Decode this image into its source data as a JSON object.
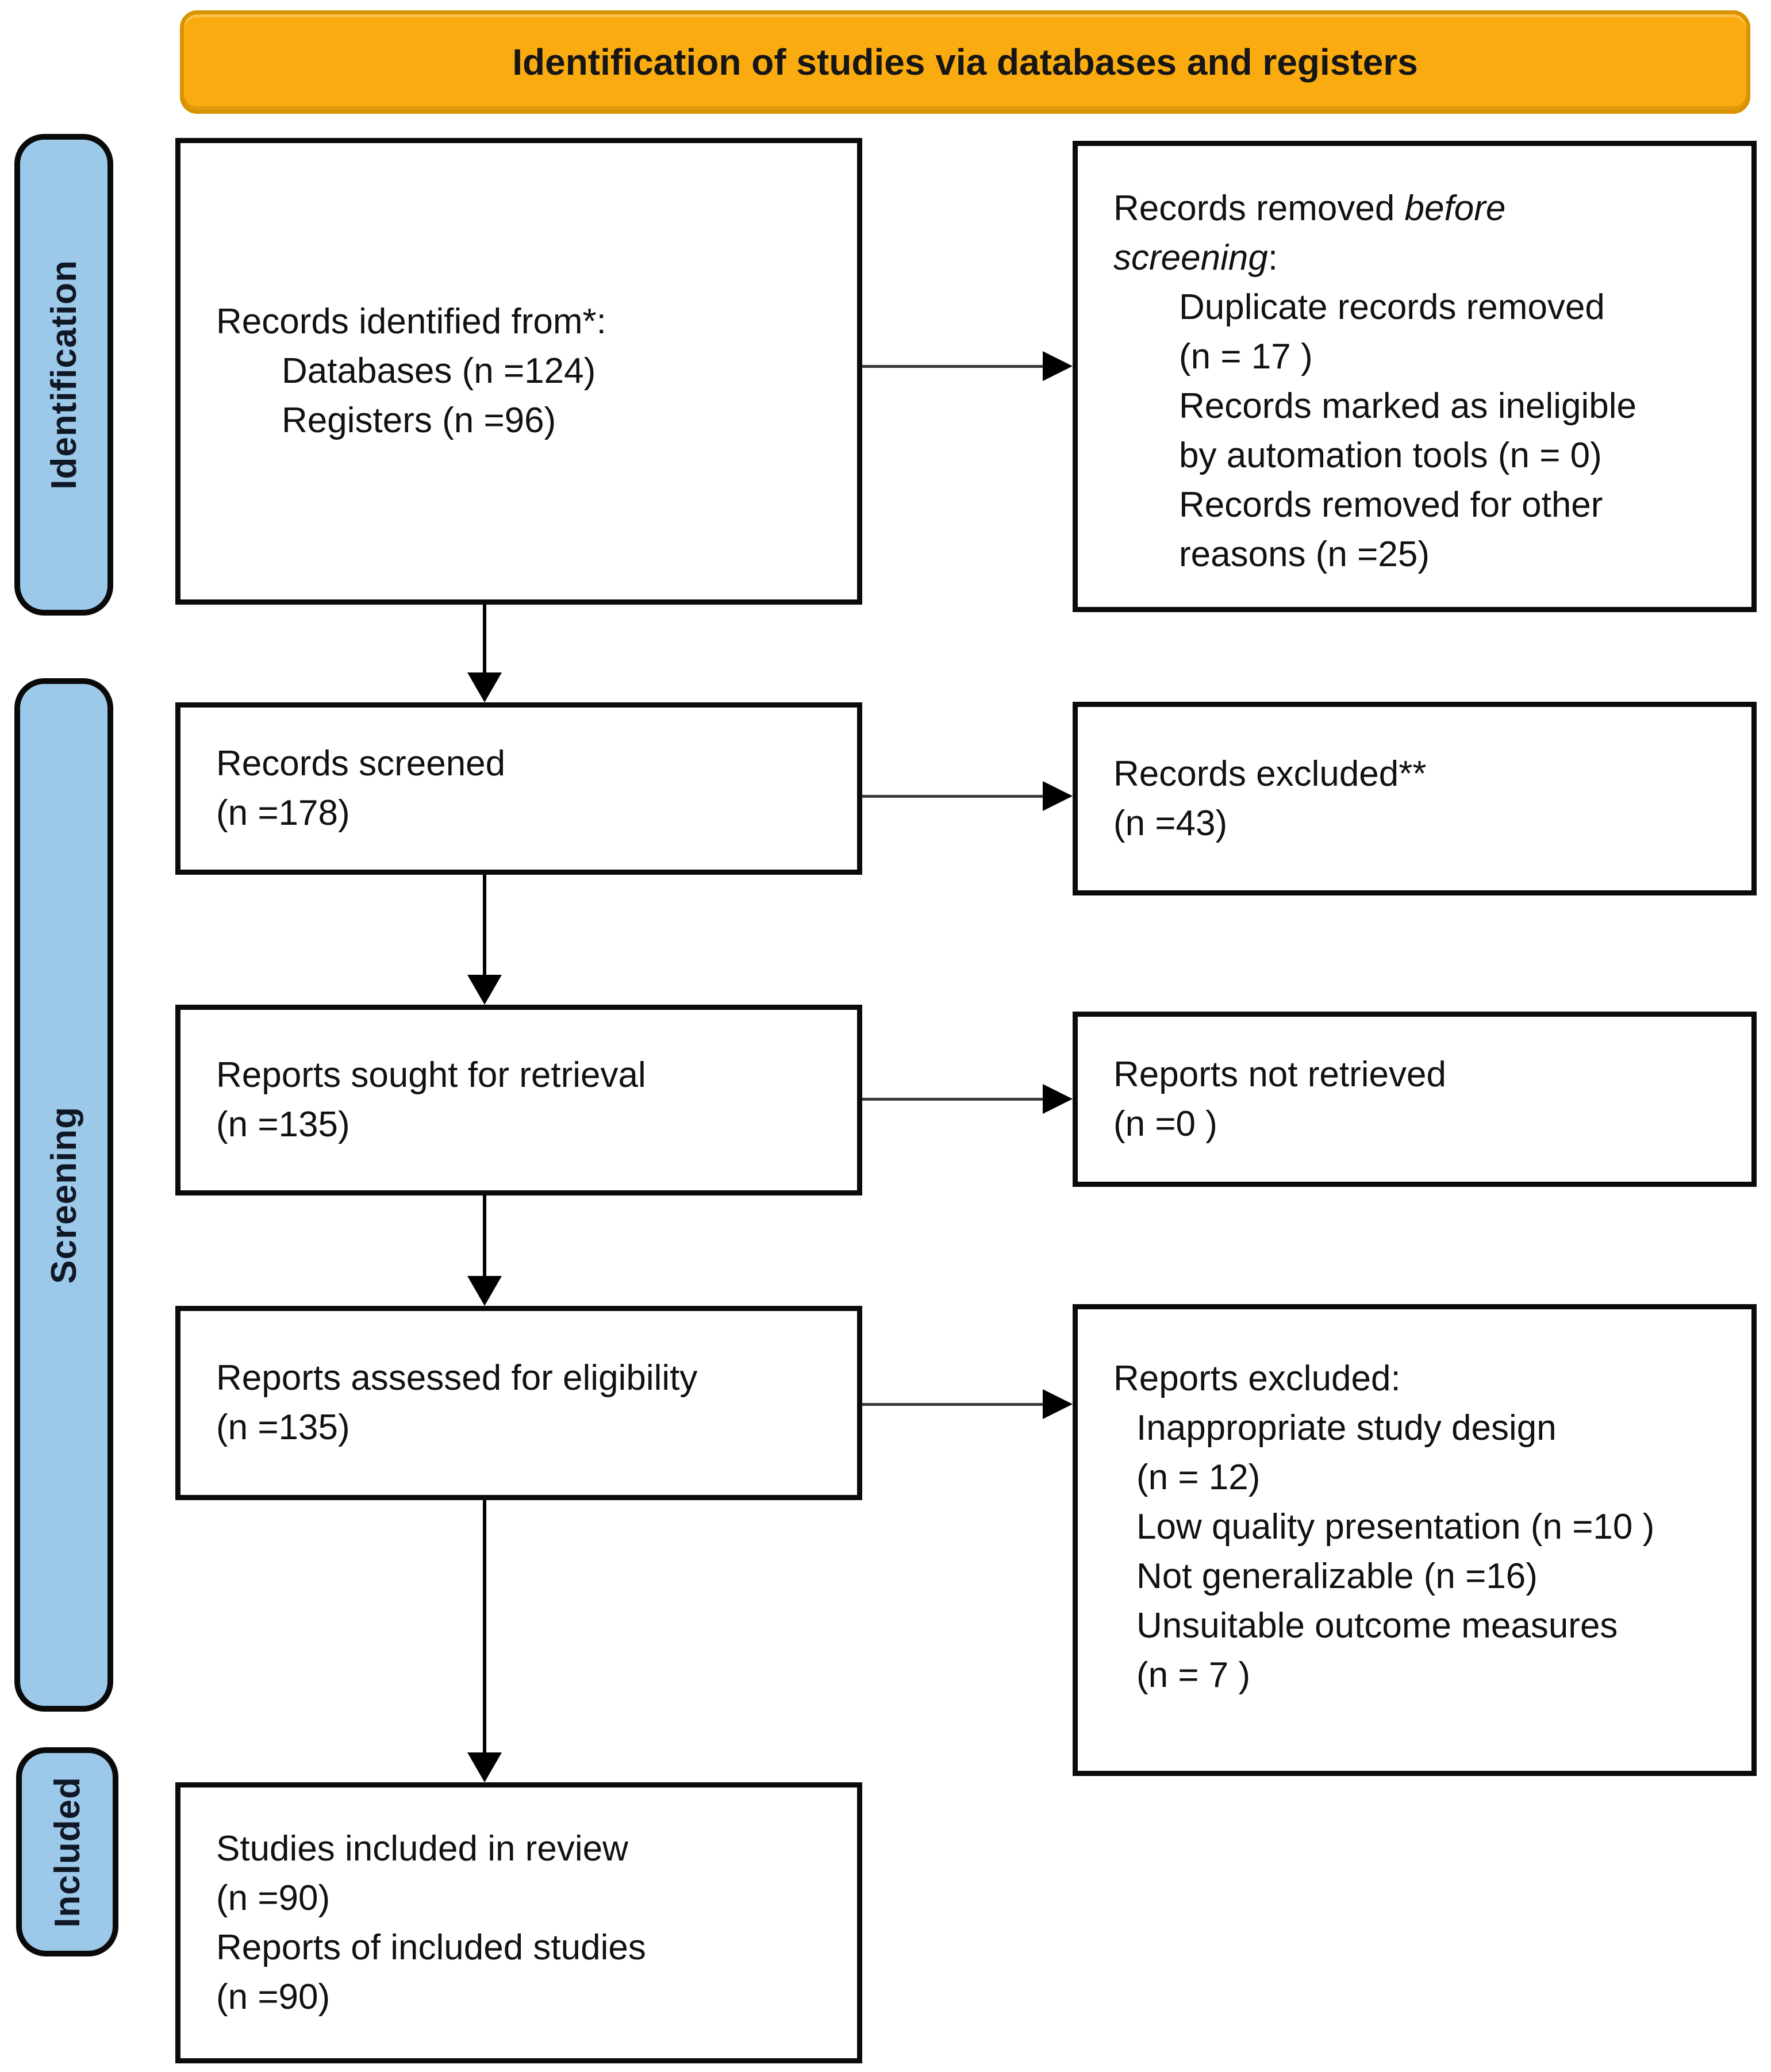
{
  "colors": {
    "banner_bg": "#FAAB10",
    "banner_border": "#D99300",
    "sidebar_bg": "#9CC8E9",
    "box_border": "#0B0B0B",
    "arrow": "#000000",
    "background": "#FFFFFF",
    "text": "#111111"
  },
  "banner": {
    "title": "Identification of studies via databases and registers"
  },
  "sidebar": {
    "items": [
      {
        "label": "Identification"
      },
      {
        "label": "Screening"
      },
      {
        "label": "Included"
      }
    ]
  },
  "flow": {
    "records_identified": {
      "lines": [
        "Records identified from*:",
        "Databases (n =124)",
        "Registers (n =96)"
      ]
    },
    "records_removed": {
      "heading": {
        "line1_plain": "Records removed ",
        "line1_italic": "before",
        "line2_italic": "screening",
        "line2_plain": ":"
      },
      "lines": [
        "Duplicate records removed",
        "(n = 17 )",
        "Records marked as ineligible",
        "by automation tools (n = 0)",
        "Records removed for other",
        "reasons (n =25)"
      ]
    },
    "records_screened": {
      "lines": [
        "Records screened",
        "(n =178)"
      ]
    },
    "records_excluded": {
      "lines": [
        "Records excluded**",
        "(n =43)"
      ]
    },
    "reports_sought": {
      "lines": [
        "Reports sought for retrieval",
        "(n =135)"
      ]
    },
    "reports_not_retrieved": {
      "lines": [
        "Reports not retrieved",
        "(n =0 )"
      ]
    },
    "reports_assessed": {
      "lines": [
        "Reports assessed for eligibility",
        "(n =135)"
      ]
    },
    "reports_excluded": {
      "heading": "Reports excluded:",
      "lines": [
        "Inappropriate study design",
        "(n = 12)",
        "Low quality presentation (n =10 )",
        "Not generalizable (n =16)",
        "Unsuitable outcome measures",
        "(n = 7 )"
      ]
    },
    "studies_included": {
      "lines": [
        "Studies included in review",
        "(n =90)",
        "Reports of included studies",
        "(n =90)"
      ]
    }
  }
}
